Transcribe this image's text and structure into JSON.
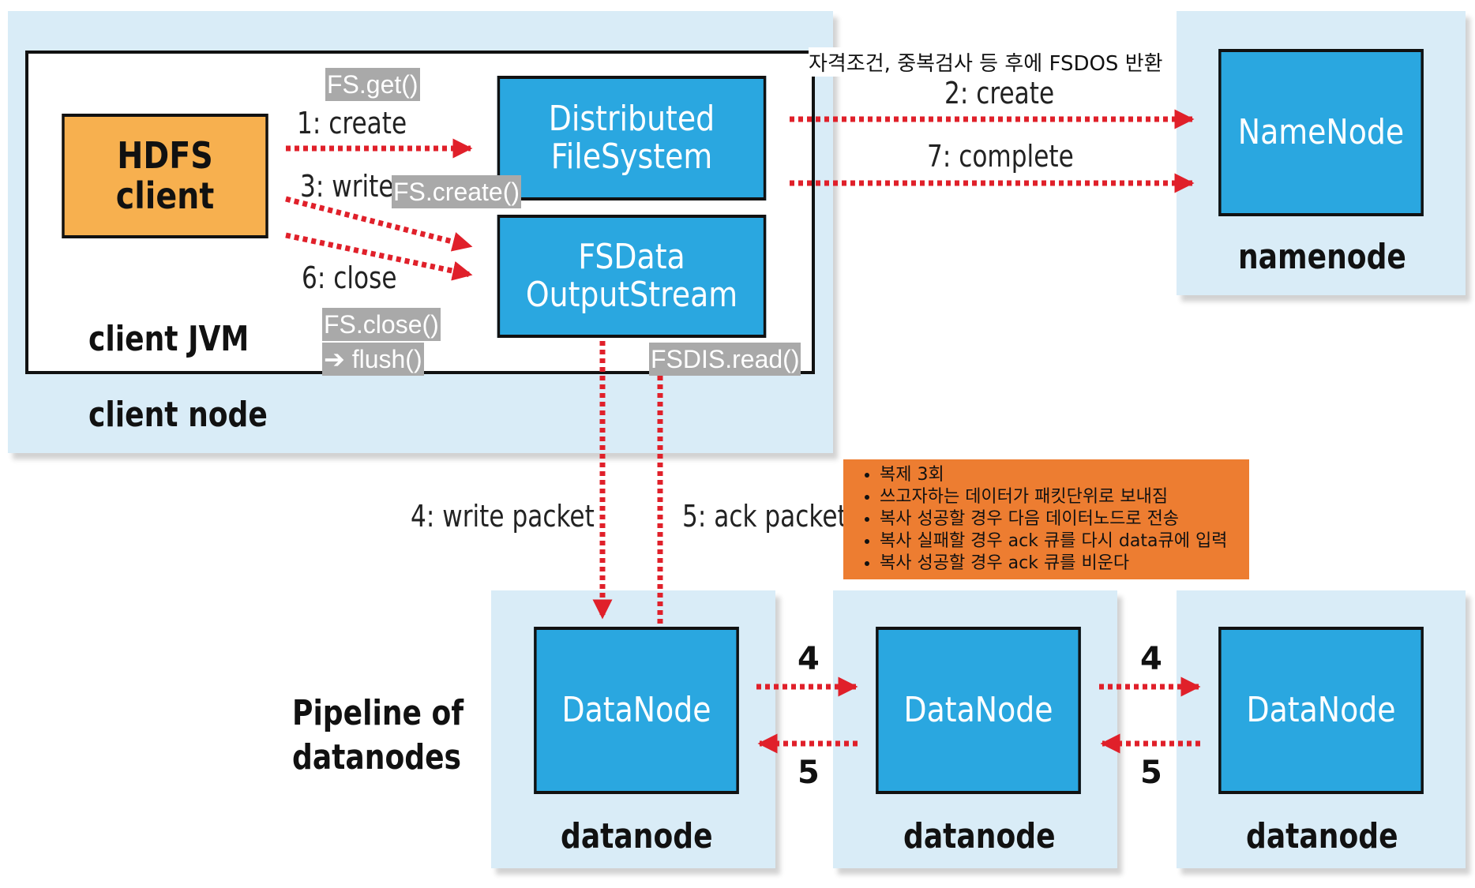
{
  "client_node": {
    "label": "client node",
    "jvm_label": "client JVM",
    "hdfs_client": [
      "HDFS",
      "client"
    ]
  },
  "distributed_fs": [
    "Distributed",
    "FileSystem"
  ],
  "fsdata_output": [
    "FSData",
    "OutputStream"
  ],
  "namenode": {
    "box": "NameNode",
    "label": "namenode"
  },
  "datanodes": [
    {
      "box": "DataNode",
      "label": "datanode"
    },
    {
      "box": "DataNode",
      "label": "datanode"
    },
    {
      "box": "DataNode",
      "label": "datanode"
    }
  ],
  "pipeline_label": [
    "Pipeline of",
    "datanodes"
  ],
  "steps": {
    "create1": "1: create",
    "create2": "2: create",
    "write3": "3: write",
    "write_packet4": "4: write packet",
    "ack_packet5": "5: ack packet",
    "close6": "6: close",
    "complete7": "7: complete",
    "pipe_num_4": "4",
    "pipe_num_5": "5"
  },
  "annotations": {
    "fs_get": "FS.get()",
    "fs_create": "FS.create()",
    "fs_close": "FS.close()",
    "flush": "➔  flush()",
    "fsdis_read": "FSDIS.read()",
    "namenode_note": "자격조건, 중복검사 등 후에 FSDOS 반환"
  },
  "replication_notes": [
    "복제 3회",
    "쓰고자하는 데이터가 패킷단위로 보내짐",
    "복사 성공할 경우 다음 데이터노드로 전송",
    "복사 실패할 경우 ack 큐를 다시 data큐에 입력",
    "복사 성공할 경우 ack 큐를 비운다"
  ],
  "colors": {
    "arrow": "#e0202a",
    "box_blue": "#2aa7e0",
    "client_orange": "#f7b04f",
    "panel": "#d9ecf7",
    "note_orange": "#ed7d31",
    "tag_gray": "#a9a9a9"
  }
}
